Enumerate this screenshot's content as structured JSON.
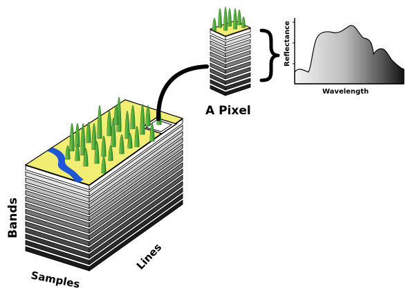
{
  "labels": {
    "bands": "Bands",
    "samples": "Samples",
    "lines": "Lines",
    "pixel": "A Pixel",
    "reflectance": "Reflectance",
    "wavelength": "Wavelength"
  },
  "colors": {
    "ground": "#f2ee74",
    "river": "#1f56d6",
    "vegetation": "#2f8a2c",
    "vegetation_light": "#79cf4e",
    "band_light": "#ffffff",
    "band_dark": "#1a1a1a",
    "outline": "#000000"
  },
  "icons": {
    "pixel_bracket": "curly-brace-icon"
  }
}
